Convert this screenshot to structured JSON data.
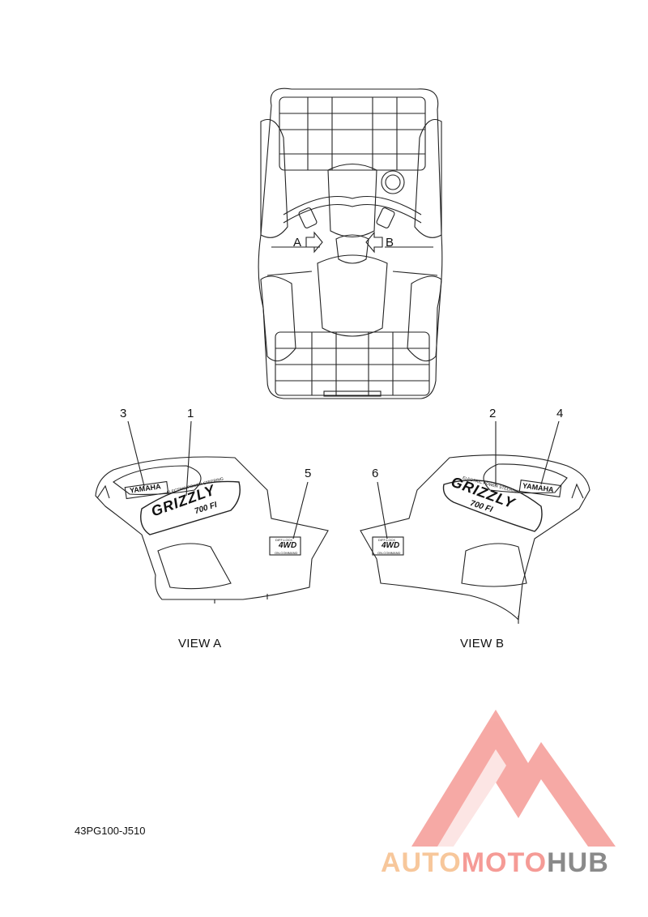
{
  "diagram": {
    "arrow_a": "A",
    "arrow_b": "B",
    "view_a": "VIEW A",
    "view_b": "VIEW B",
    "callouts": [
      "1",
      "2",
      "3",
      "4",
      "5",
      "6"
    ],
    "part_number": "43PG100-J510",
    "decal_text": {
      "yamaha": "YAMAHA",
      "grizzly": "GRIZZLY",
      "model": "700 FI",
      "eps": "ELECTRIC POWER STEERING",
      "diff_lock": "DIFF-LOCK",
      "four_wd": "4WD",
      "on_command": "ON-COMMAND"
    }
  },
  "watermark": {
    "part1": "AUTO",
    "part2": "MOTO",
    "part3": "HUB",
    "colors": {
      "auto": "#f7c79b",
      "moto": "#f59b96",
      "hub": "#8a8a8a",
      "logo": "#f59b96"
    }
  }
}
